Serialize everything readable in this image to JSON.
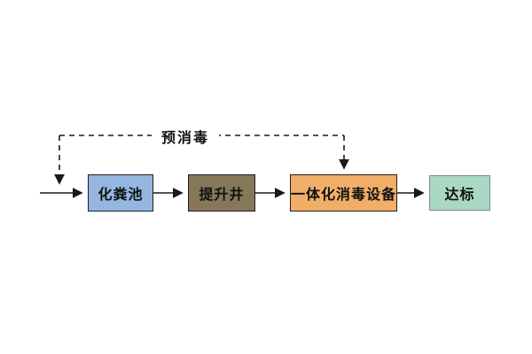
{
  "diagram": {
    "nodes": [
      {
        "id": "septic-tank",
        "label": "化粪池",
        "fill": "#94b6df",
        "border": "#1f1f1f"
      },
      {
        "id": "lift-well",
        "label": "提升井",
        "fill": "#867758",
        "border": "#1f1f1f"
      },
      {
        "id": "disinfection-unit",
        "label": "一体化消毒设备",
        "fill": "#f1ae68",
        "border": "#1f1f1f"
      },
      {
        "id": "standard-reached",
        "label": "达标",
        "fill": "#a9d8c4",
        "border": "#7f8c85"
      }
    ],
    "dashed_connector": {
      "label": "预消毒"
    },
    "colors": {
      "background": "#ffffff",
      "line": "#1a1a1a"
    }
  }
}
